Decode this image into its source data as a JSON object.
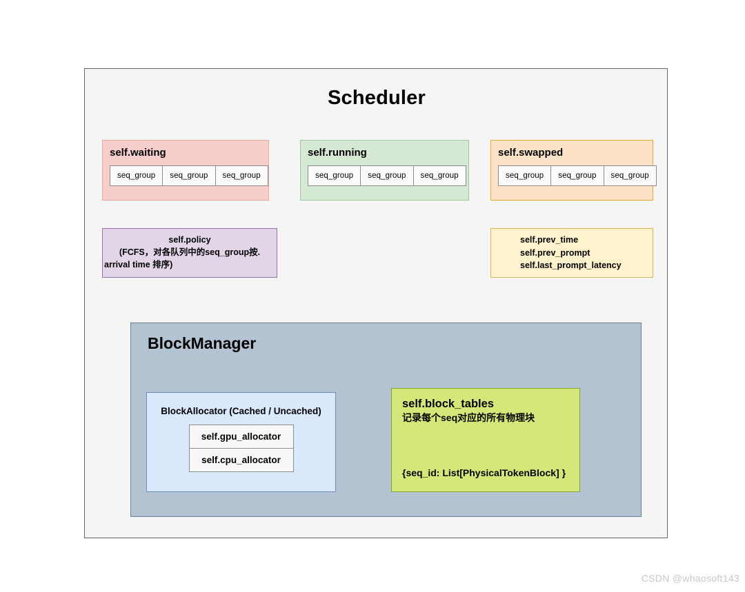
{
  "diagram": {
    "title": "Scheduler",
    "block_manager": {
      "title": "BlockManager",
      "block_allocator": {
        "title": "BlockAllocator (Cached / Uncached)",
        "items": [
          {
            "label": "self.gpu_allocator"
          },
          {
            "label": "self.cpu_allocator"
          }
        ]
      },
      "block_tables": {
        "title": "self.block_tables",
        "subtitle": "记录每个seq对应的所有物理块",
        "dict_signature": "{seq_id: List[PhysicalTokenBlock] }"
      }
    },
    "queues": [
      {
        "name": "waiting",
        "title": "self.waiting",
        "fill": "#f8cecc",
        "stroke": "#e8a9a3",
        "items": [
          "seq_group",
          "seq_group",
          "seq_group"
        ]
      },
      {
        "name": "running",
        "title": "self.running",
        "fill": "#d5e8d4",
        "stroke": "#9ec79b",
        "items": [
          "seq_group",
          "seq_group",
          "seq_group"
        ]
      },
      {
        "name": "swapped",
        "title": "self.swapped",
        "fill": "#fce3c8",
        "stroke": "#e6a935",
        "items": [
          "seq_group",
          "seq_group",
          "seq_group"
        ]
      }
    ],
    "policy": {
      "title": "self.policy",
      "line2": "(FCFS，对各队列中的seq_group按.",
      "line3": "arrival time 排序)",
      "fill": "#e1d5e7",
      "stroke": "#9673a6"
    },
    "timing": {
      "fill": "#fff2cc",
      "stroke": "#d6b656",
      "fields": [
        "self.prev_time",
        "self.prev_prompt",
        "self.last_prompt_latency"
      ]
    }
  },
  "watermark": "CSDN @whaosoft143"
}
